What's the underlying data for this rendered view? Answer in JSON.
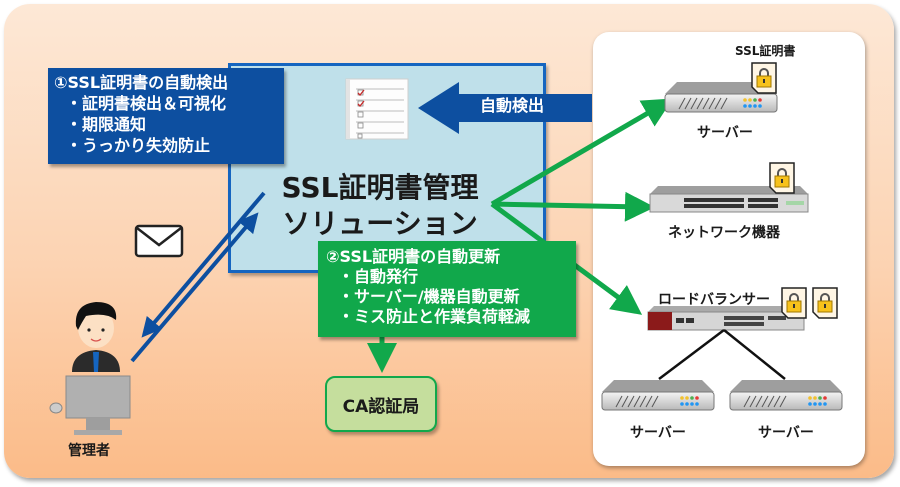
{
  "diagram": {
    "solution": {
      "title_line1": "SSL証明書管理",
      "title_line2": "ソリューション"
    },
    "feature_detect": {
      "heading": "①SSL証明書の自動検出",
      "items": [
        "・証明書検出＆可視化",
        "・期限通知",
        "・うっかり失効防止"
      ],
      "color": "#0d4fa0"
    },
    "feature_renew": {
      "heading": "②SSL証明書の自動更新",
      "items": [
        "・自動発行",
        "・サーバー/機器自動更新",
        "・ミス防止と作業負荷軽減"
      ],
      "color": "#11a84b"
    },
    "auto_detect_arrow_label": "自動検出",
    "ca": {
      "label": "CA認証局"
    },
    "admin": {
      "label": "管理者"
    },
    "devices": {
      "cert_label": "SSL証明書",
      "server_top": "サーバー",
      "network": "ネットワーク機器",
      "load_balancer": "ロードバランサー",
      "server_left": "サーバー",
      "server_right": "サーバー"
    },
    "colors": {
      "accent_blue": "#1565c0",
      "accent_green": "#11a84b",
      "solution_fill": "#bfe0ea",
      "ca_fill": "#c5de9d"
    }
  }
}
